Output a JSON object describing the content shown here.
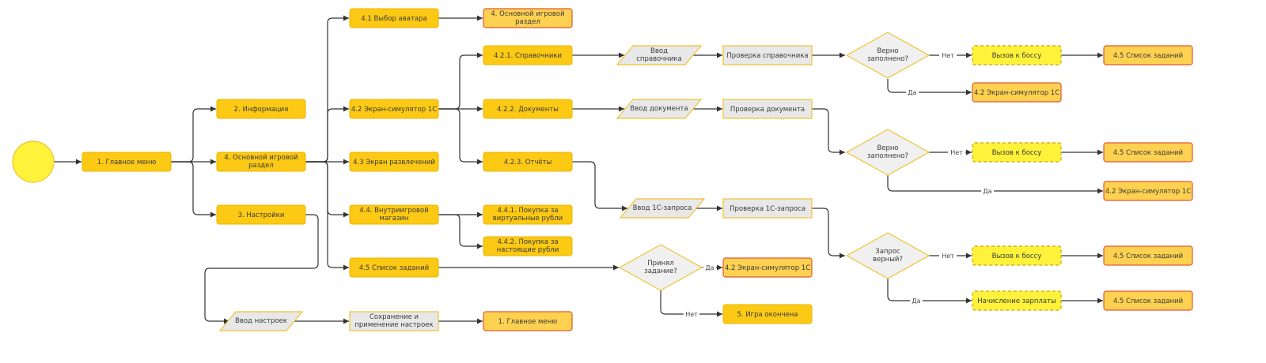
{
  "nodes": {
    "main_menu": "1. Главное меню",
    "info": "2. Информация",
    "game_section": "4. Основной игровой раздел",
    "settings": "3. Настройки",
    "avatar": "4.1 Выбор аватара",
    "game_section_2": "4. Основной игровой раздел",
    "simulator": "4.2 Экран-симулятор 1С",
    "entertainment": "4.3 Экран развлечений",
    "shop": "4.4. Внутриигровой магазин",
    "tasks": "4.5 Список заданий",
    "settings_input": "Ввод настроек",
    "save_settings": "Сохранение и применение настроек",
    "main_menu_2": "1. Главное меню",
    "references": "4.2.1. Справочники",
    "documents": "4.2.2. Документы",
    "reports": "4.2.3. Отчёты",
    "buy_virtual": "4.4.1. Покупка за виртуальные рубли",
    "buy_real": "4.4.2. Покупка за настоящие рубли",
    "ref_input": "Ввод справочника",
    "doc_input": "Ввод документа",
    "query_input": "Ввод 1С-запроса",
    "accepted": "Принял задание?",
    "simulator_accept": "4.2 Экран-симулятор 1С",
    "game_over": "5. Игра окончена",
    "check_ref": "Проверка справочника",
    "check_doc": "Проверка документа",
    "check_query": "Проверка 1С-запроса",
    "dec_ref": "Верно заполнено?",
    "dec_doc": "Верно заполнено?",
    "dec_query": "Запрос верный?",
    "boss_1": "Вызов к боссу",
    "boss_2": "Вызов к боссу",
    "boss_3": "Вызов к боссу",
    "salary": "Начисление зарплаты",
    "sim_yes_1": "4.2 Экран-симулятор 1С",
    "sim_yes_2": "4.2 Экран-симулятор 1С",
    "tasks_1": "4.5 Список заданий",
    "tasks_2": "4.5 Список заданий",
    "tasks_3": "4.5 Список заданий",
    "tasks_4": "4.5 Список заданий"
  },
  "edge_labels": {
    "yes": "Да",
    "no": "Нет"
  },
  "colors": {
    "process_fill": "#fcc914",
    "terminal_fill": "#ffd150",
    "terminal_border": "#e05a33",
    "subprocess_fill": "#e8e8e8",
    "highlight_fill": "#fff23a",
    "connector": "#333333"
  }
}
